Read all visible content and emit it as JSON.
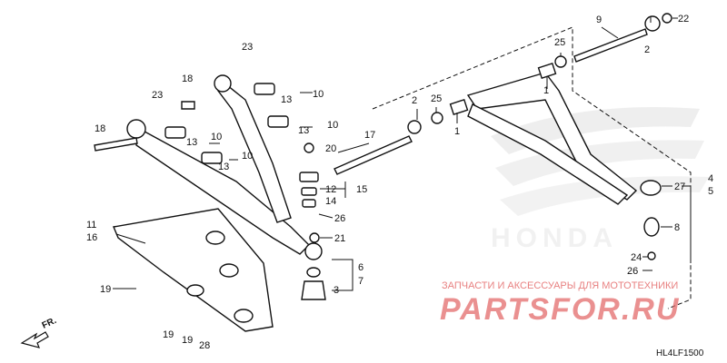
{
  "wm_shop": "ЗАПЧАСТИ И АКСЕССУАРЫ ДЛЯ МОТОТЕХНИКИ",
  "wm_site": "PARTSFOR.RU",
  "diagram_code": "HL4LF1500",
  "front_label": "FR.",
  "callouts": [
    "1",
    "1",
    "2",
    "2",
    "3",
    "4",
    "5",
    "6",
    "7",
    "8",
    "9",
    "10",
    "10",
    "10",
    "10",
    "11",
    "12",
    "13",
    "13",
    "13",
    "13",
    "14",
    "15",
    "16",
    "17",
    "18",
    "18",
    "19",
    "19",
    "19",
    "20",
    "21",
    "22",
    "23",
    "23",
    "24",
    "25",
    "25",
    "26",
    "26",
    "27",
    "28"
  ],
  "brand_watermark": "HONDA",
  "colors": {
    "watermark_red": "#e46b6b",
    "line": "#111111"
  }
}
